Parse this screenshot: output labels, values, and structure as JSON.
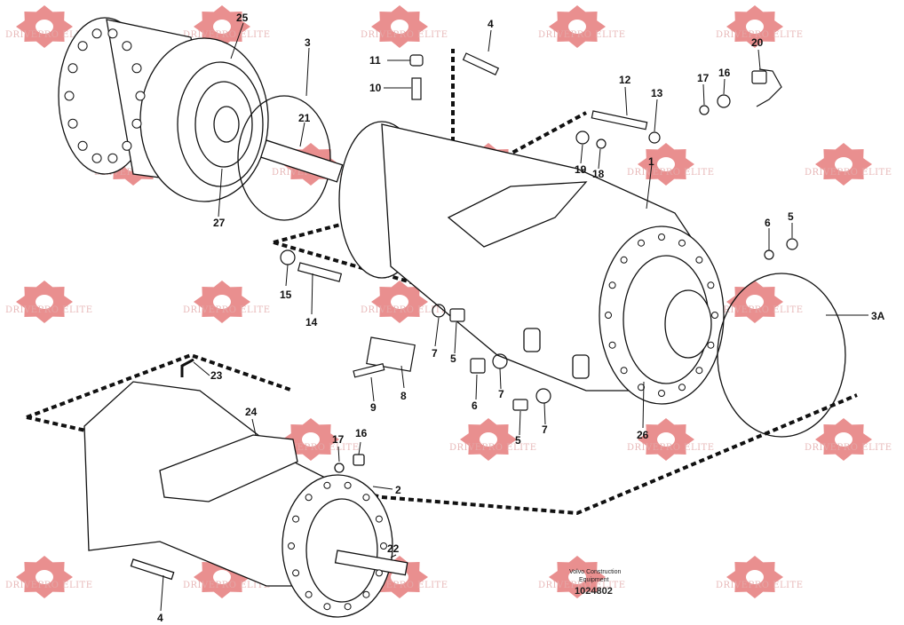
{
  "watermark": {
    "text": "DRIVEPRO ELITE",
    "color": "#e06060"
  },
  "callouts": [
    "25",
    "3",
    "21",
    "27",
    "4",
    "11",
    "10",
    "12",
    "13",
    "17",
    "16",
    "20",
    "19",
    "18",
    "1",
    "6",
    "5",
    "3A",
    "15",
    "14",
    "7",
    "5",
    "8",
    "9",
    "6",
    "7",
    "5",
    "7",
    "26",
    "23",
    "24",
    "17",
    "16",
    "2",
    "22",
    "4"
  ],
  "footer": {
    "brand_line1": "Volvo Construction",
    "brand_line2": "Equipment",
    "drawing_number": "1024802"
  }
}
